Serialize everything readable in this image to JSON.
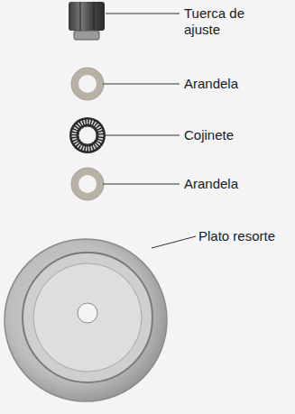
{
  "diagram": {
    "labels": [
      "Tuerca de ajuste",
      "Arandela",
      "Cojinete",
      "Arandela",
      "Plato resorte"
    ]
  }
}
